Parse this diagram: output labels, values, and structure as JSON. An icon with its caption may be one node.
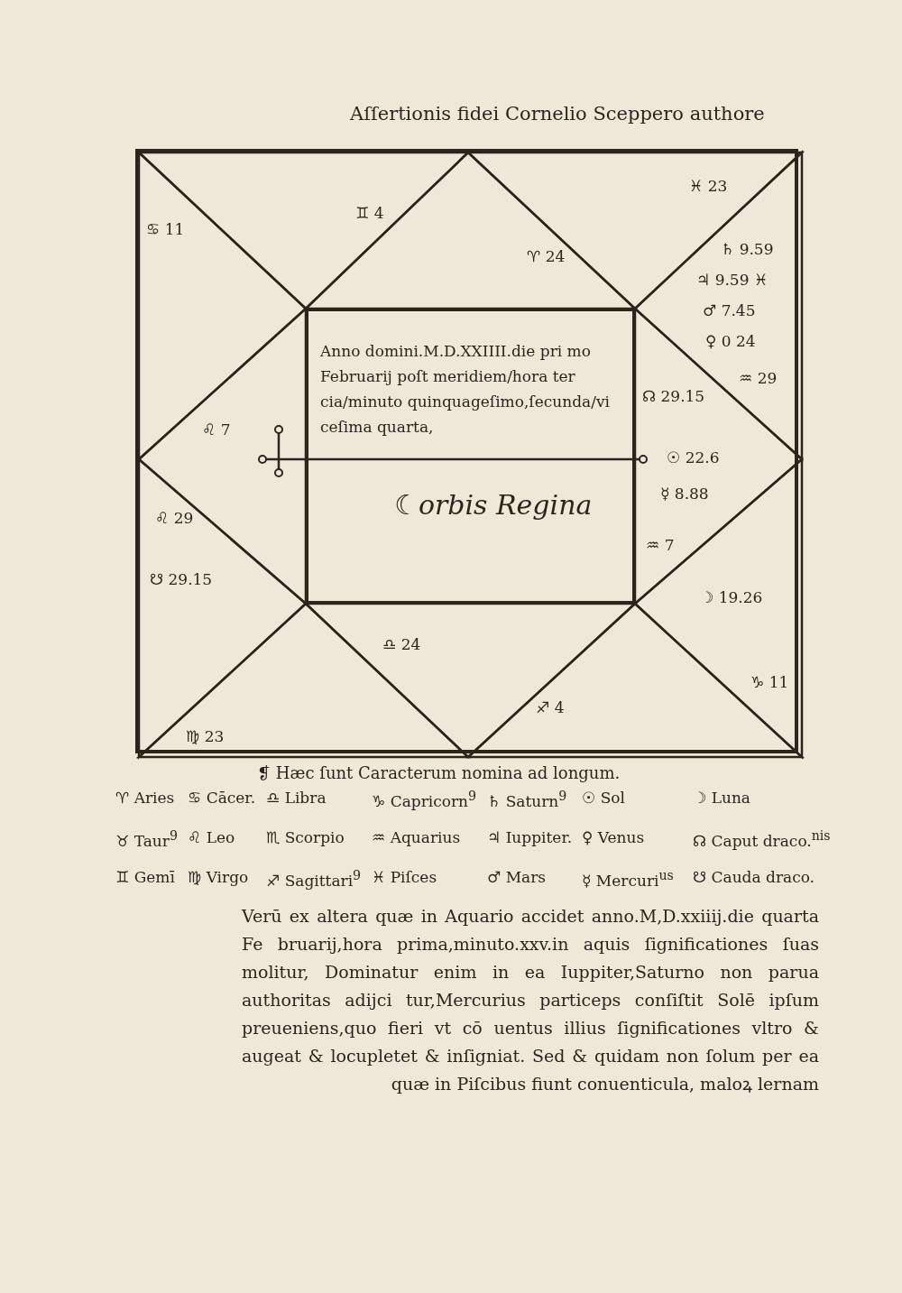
{
  "diagram": {
    "title": "Aſſertionis fidei Cornelio Sceppero authore",
    "nodes": [
      {
        "text": [],
        "shape": "box"
      },
      {
        "text": [
          "♋ 11"
        ],
        "in": 0
      },
      {
        "text": [
          "♊ 4"
        ],
        "in": 0
      },
      {
        "text": [
          "♈ 24"
        ],
        "in": 0
      },
      {
        "text": [
          "♓ 23"
        ],
        "in": 0
      },
      {
        "text": [
          "♄ 9.59",
          "♃ 9.59 ♓",
          "♂ 7.45",
          "♀ 0 24",
          "♒ 29"
        ],
        "in": 0
      },
      {
        "text": [
          "♌ 7"
        ],
        "in": 0
      },
      {
        "text": [
          "Anno domini.M.D.XXIIII.die pri mo Februarij poſt meridiem/hora ter cia/minuto quinquageſimo,ſecunda/vi ceſima quarta,",
          "☾orbis Regina"
        ],
        "in": 0
      },
      {
        "text": [
          "☊ 29.15",
          "☉ 22.6",
          "☿ 8.88",
          "♒ 7"
        ],
        "in": 0
      },
      {
        "text": [
          "♌ 29",
          "☋ 29.15"
        ],
        "in": 0
      },
      {
        "text": [
          "☽ 19.26",
          "♑ 11"
        ],
        "in": 0
      },
      {
        "text": [
          "♍ 23"
        ],
        "in": 0
      },
      {
        "text": [
          "♎ 24"
        ],
        "in": 0
      },
      {
        "text": [
          "♐ 4"
        ],
        "in": 0
      },
      {
        "text": [],
        "shape": "cross",
        "in": 0
      }
    ],
    "labels": [
      "❡ Hæc ſunt Caracterum nomina ad longum.",
      "Verū ex altera quæ in Aquario accidet anno.M,D.xxiiij.die quarta Fe bruarij,hora prima,minuto.xxv.in aquis ſignificationes ſuas molitur, Dominatur enim in ea Iuppiter,Saturno non parua authoritas adijci tur,Mercurius particeps conſiſtit Solē ipſum preueniens,quo fieri vt cō uentus illius ſignificationes vltro & augeat & locupletet & inſigniat. Sed & quidam non ſolum per ea quæ in Piſcibus fiunt conuenticula, maloꝝ lernam"
    ],
    "legend": [
      {
        "text": "♈ Aries"
      },
      {
        "text": "♋ Cācer."
      },
      {
        "text": "♎ Libra"
      },
      {
        "text": "♑ Capricorn$^{9}$"
      },
      {
        "text": "♄ Saturn$^{9}$"
      },
      {
        "text": "☉ Sol"
      },
      {
        "text": "☽ Luna"
      },
      {
        "text": "♉ Taur$^{9}$"
      },
      {
        "text": "♌ Leo"
      },
      {
        "text": "♏ Scorpio"
      },
      {
        "text": "♒ Aquarius"
      },
      {
        "text": "♃ Iuppiter."
      },
      {
        "text": "♀ Venus"
      },
      {
        "text": "☊ Caput draco.$^{nis}$"
      },
      {
        "text": "♊ Gemī"
      },
      {
        "text": "♍ Virgo"
      },
      {
        "text": "♐ Sagittari$^{9}$"
      },
      {
        "text": "♓ Piſces"
      },
      {
        "text": "♂ Mars"
      },
      {
        "text": "☿ Mercuri$^{us}$"
      },
      {
        "text": "☋ Cauda draco."
      }
    ]
  }
}
